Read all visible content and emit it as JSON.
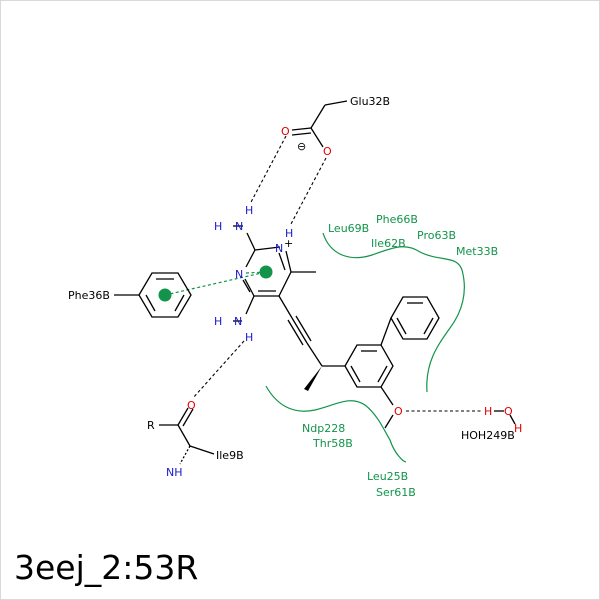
{
  "title": "3eej_2:53R",
  "residues": {
    "glu": "Glu32B",
    "phe36": "Phe36B",
    "ile9": "Ile9B",
    "water": "HOH249B",
    "pocket_top": [
      "Leu69B",
      "Phe66B",
      "Ile62B",
      "Pro63B",
      "Met33B"
    ],
    "pocket_bottom": [
      "Ndp228",
      "Thr58B",
      "Leu25B",
      "Ser61B"
    ]
  },
  "atoms": {
    "n": "N",
    "h": "H",
    "o": "O",
    "nh": "NH",
    "r": "R",
    "plus": "+",
    "charge": "⊖"
  },
  "colors": {
    "carbon": "#000000",
    "nitrogen": "#1a1acc",
    "oxygen": "#e00000",
    "hydrophobic": "#12944a"
  }
}
